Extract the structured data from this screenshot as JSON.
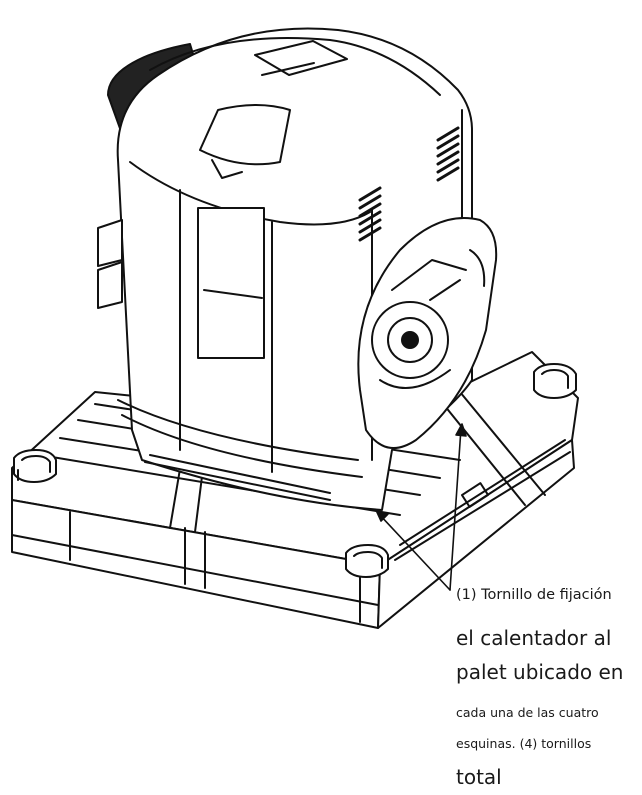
{
  "callout": {
    "lines": [
      "(1) Tornillo de fijación",
      "el calentador al",
      "palet ubicado en",
      "cada una de las cuatro",
      "esquinas. (4) tornillos",
      "total"
    ]
  }
}
